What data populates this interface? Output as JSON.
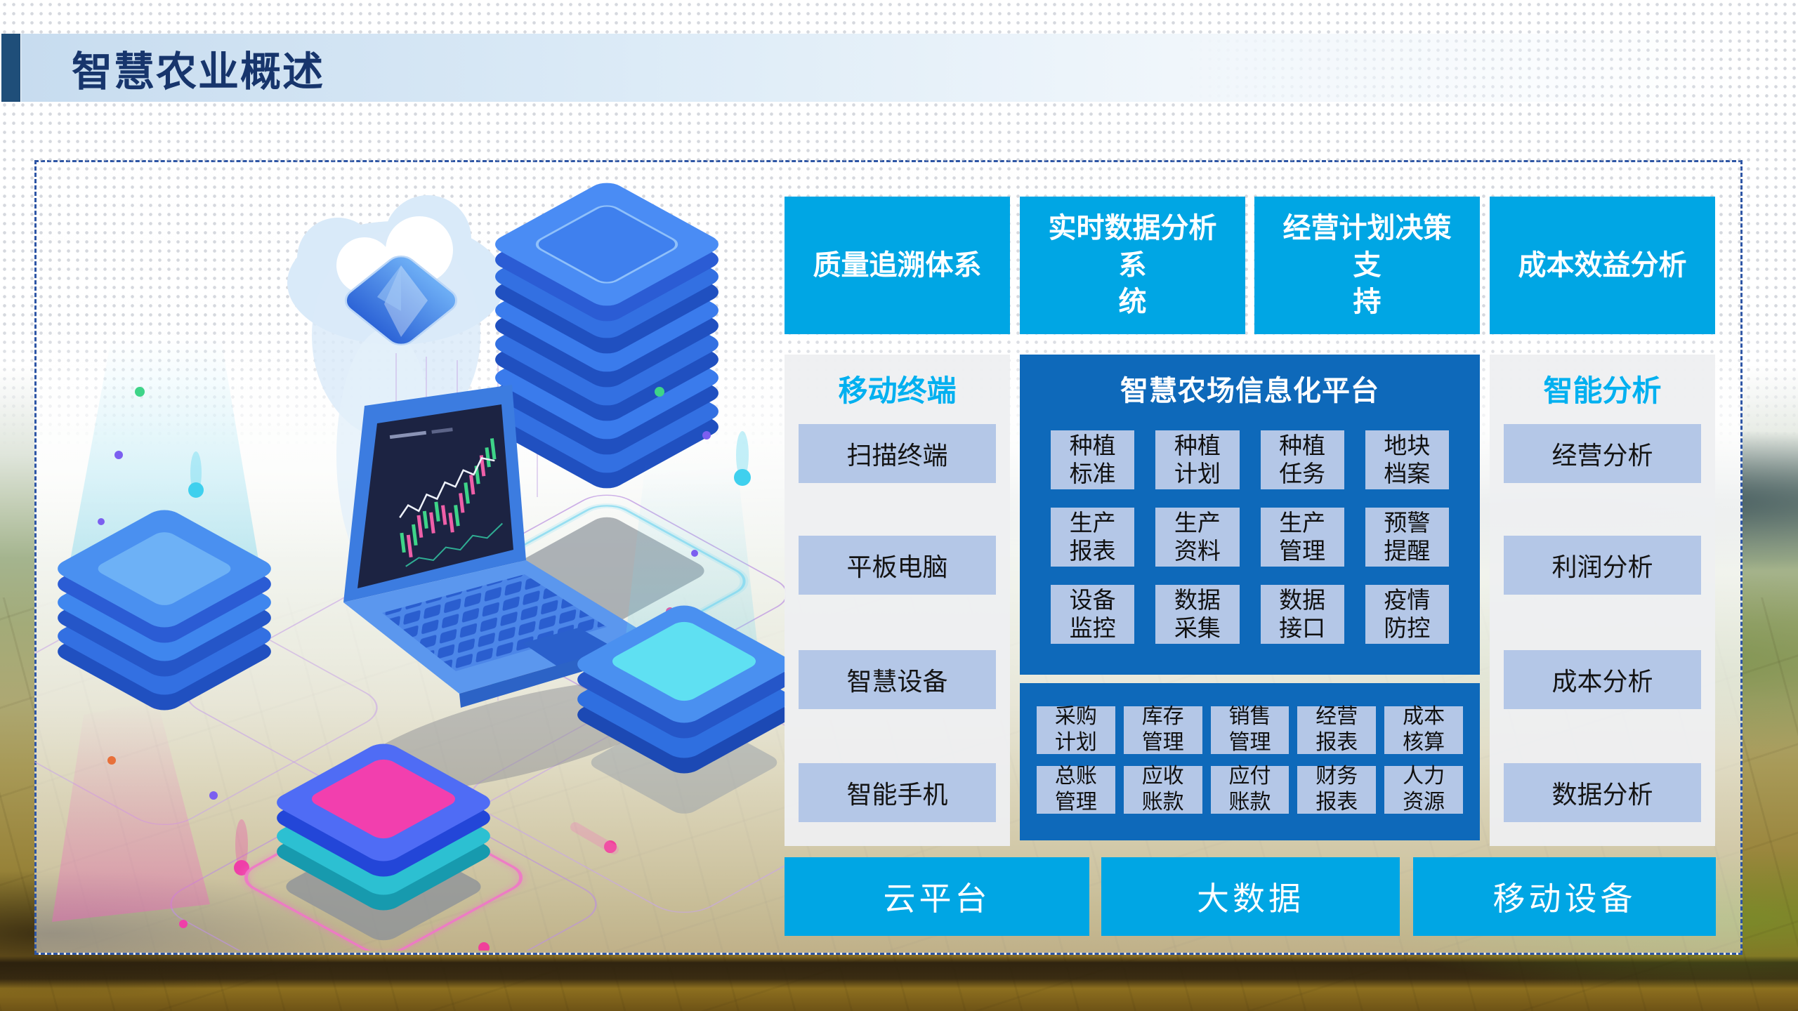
{
  "title": "智慧农业概述",
  "colors": {
    "accent_cyan": "#00a6e4",
    "panel_blue": "#0e69ba",
    "cell_blue": "#b4c7e7",
    "header_cyan": "#00b0f0",
    "title_navy": "#17356c",
    "accent_bar_navy": "#1f4e79",
    "dashed_border_blue": "#2d55a5"
  },
  "top_row": [
    "质量追溯体系",
    "实时数据分析系\n统",
    "经营计划决策支\n持",
    "成本效益分析"
  ],
  "mobile_terminal": {
    "header": "移动终端",
    "items": [
      "扫描终端",
      "平板电脑",
      "智慧设备",
      "智能手机"
    ]
  },
  "platform": {
    "header": "智慧农场信息化平台",
    "cells": [
      "种植\n标准",
      "种植\n计划",
      "种植\n任务",
      "地块\n档案",
      "生产\n报表",
      "生产\n资料",
      "生产\n管理",
      "预警\n提醒",
      "设备\n监控",
      "数据\n采集",
      "数据\n接口",
      "疫情\n防控"
    ]
  },
  "erp": {
    "cells": [
      "采购\n计划",
      "库存\n管理",
      "销售\n管理",
      "经营\n报表",
      "成本\n核算",
      "总账\n管理",
      "应收\n账款",
      "应付\n账款",
      "财务\n报表",
      "人力\n资源"
    ]
  },
  "smart_analysis": {
    "header": "智能分析",
    "items": [
      "经营分析",
      "利润分析",
      "成本分析",
      "数据分析"
    ]
  },
  "bottom_row": [
    "云平台",
    "大数据",
    "移动设备"
  ],
  "illustration_icons": [
    "cloud",
    "security-shield",
    "server-stack",
    "laptop-chart",
    "platform-stack",
    "database-stack",
    "network-diamonds",
    "data-dots"
  ]
}
